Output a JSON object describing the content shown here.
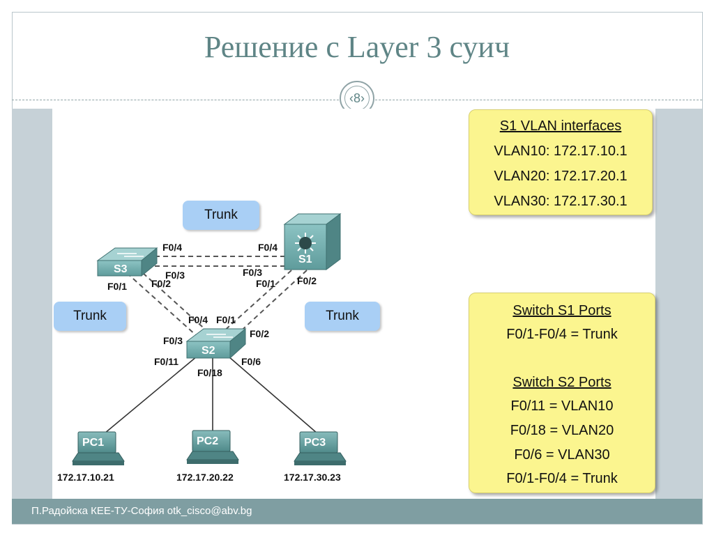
{
  "slide": {
    "title": "Решение с Layer 3 суич",
    "page_number": "‹8›",
    "footer": "П.Радойска КЕЕ-ТУ-София otk_cisco@abv.bg"
  },
  "diagram": {
    "switches": [
      {
        "id": "S1",
        "label": "S1"
      },
      {
        "id": "S2",
        "label": "S2"
      },
      {
        "id": "S3",
        "label": "S3"
      }
    ],
    "pcs": [
      {
        "label": "PC1",
        "ip": "172.17.10.21"
      },
      {
        "label": "PC2",
        "ip": "172.17.20.22"
      },
      {
        "label": "PC3",
        "ip": "172.17.30.23"
      }
    ],
    "trunk_labels": [
      "Trunk",
      "Trunk",
      "Trunk"
    ],
    "ports": {
      "s3_f04": "F0/4",
      "s3_f03": "F0/3",
      "s3_f01": "F0/1",
      "s3_f02": "F0/2",
      "s1_f04": "F0/4",
      "s1_f03": "F0/3",
      "s1_f01": "F0/1",
      "s1_f02": "F0/2",
      "s2_f04": "F0/4",
      "s2_f01": "F0/1",
      "s2_f02": "F0/2",
      "s2_f03": "F0/3",
      "s2_f011": "F0/11",
      "s2_f018": "F0/18",
      "s2_f06": "F0/6"
    },
    "colors": {
      "trunk_box": "#a9cff5",
      "switch": "#5f9c9c",
      "info_box": "#fbf58f"
    }
  },
  "s1_vlan_box": {
    "heading": "S1 VLAN interfaces",
    "lines": [
      "VLAN10: 172.17.10.1",
      "VLAN20: 172.17.20.1",
      "VLAN30: 172.17.30.1"
    ]
  },
  "ports_box": {
    "s1_heading": "Switch S1 Ports",
    "s1_lines": [
      "F0/1-F0/4 = Trunk"
    ],
    "s2_heading": "Switch S2 Ports",
    "s2_lines": [
      "F0/11 = VLAN10",
      "F0/18 = VLAN20",
      "F0/6 = VLAN30",
      "F0/1-F0/4 = Trunk"
    ]
  }
}
